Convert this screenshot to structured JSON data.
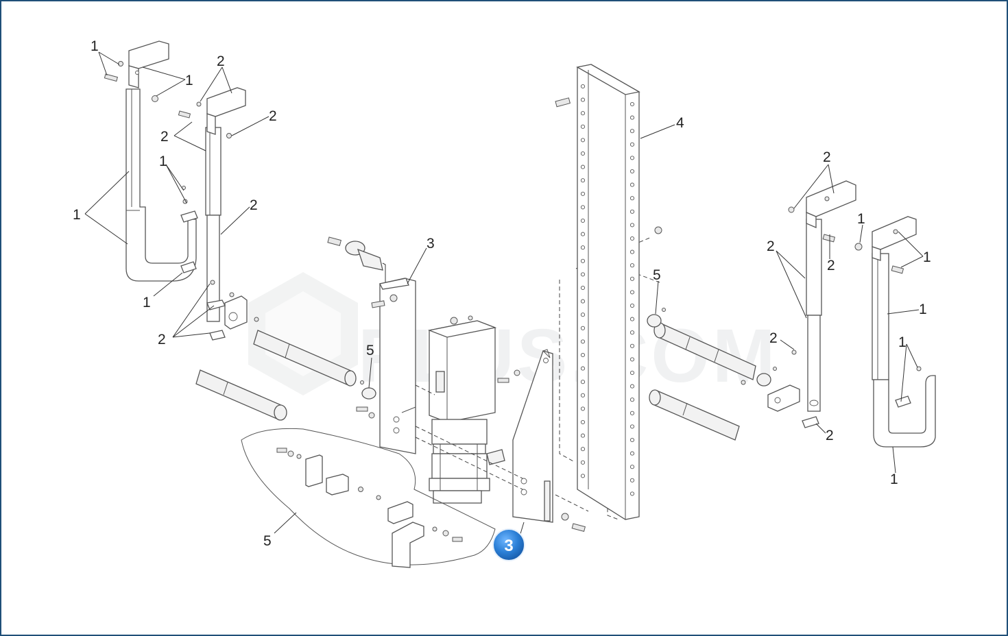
{
  "watermark": {
    "text": "PLUS.COM"
  },
  "callouts": {
    "c1_a": "1",
    "c1_b": "1",
    "c1_c": "1",
    "c1_d": "1",
    "c1_e": "1",
    "c2_a": "2",
    "c2_b": "2",
    "c2_c": "2",
    "c2_d": "2",
    "c2_e": "2",
    "c3": "3",
    "c4": "4",
    "c5_a": "5",
    "c5_b": "5",
    "c5_c": "5",
    "c2_f": "2",
    "c2_g": "2",
    "c2_h": "2",
    "c2_i": "2",
    "c1_f": "1",
    "c1_g": "1",
    "c1_h": "1",
    "c1_i": "1",
    "c1_j": "1"
  },
  "badge": {
    "label": "3",
    "color": "#2b7fd6"
  },
  "colors": {
    "frame": "#1f4f78",
    "line": "#555555"
  }
}
